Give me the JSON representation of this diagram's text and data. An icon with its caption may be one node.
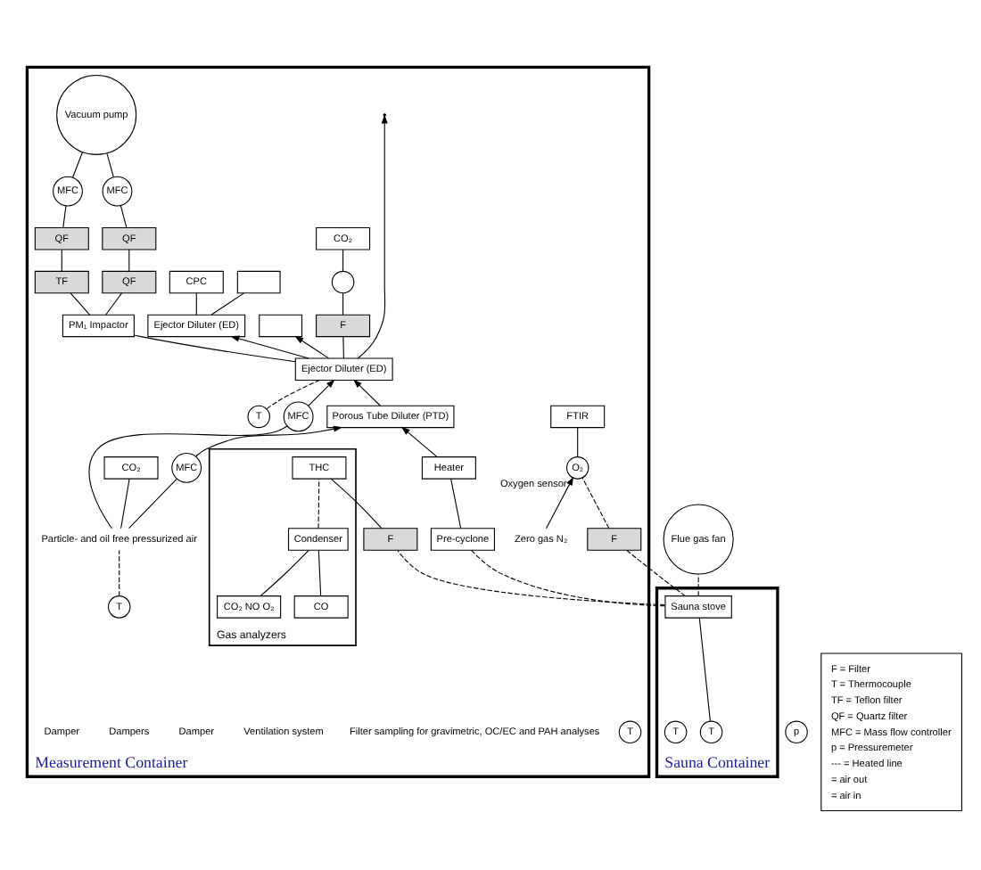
{
  "diagram": {
    "nodes": [
      {
        "text": [
          "Measurement Container"
        ]
      },
      {
        "text": [
          "Sauna Container"
        ]
      },
      {
        "text": [
          "Sauna stove"
        ],
        "in": 1
      },
      {
        "text": [
          "Pre-cyclone"
        ],
        "in": 0
      },
      {
        "text": [
          "Heater"
        ],
        "in": 0
      },
      {
        "text": [
          "Porous Tube Diluter (PTD)"
        ],
        "in": 0
      },
      {
        "text": [
          "Ejector Diluter (ED)"
        ],
        "in": 0
      },
      {
        "text": [
          "PM₁ Impactor"
        ],
        "in": 0
      },
      {
        "text": [
          "Ejector Diluter (ED)"
        ],
        "in": 0
      },
      {
        "text": [
          "CPC"
        ],
        "in": 0
      },
      {
        "text": [],
        "shape": "box",
        "in": 0
      },
      {
        "text": [],
        "shape": "box",
        "in": 0
      },
      {
        "text": [
          "CO₂"
        ],
        "in": 0
      },
      {
        "text": [],
        "shape": "circle",
        "in": 0
      },
      {
        "text": [
          "F"
        ],
        "in": 0
      },
      {
        "text": [
          "TF"
        ],
        "in": 0
      },
      {
        "text": [
          "QF"
        ],
        "in": 0
      },
      {
        "text": [
          "QF"
        ],
        "in": 0
      },
      {
        "text": [
          "QF"
        ],
        "in": 0
      },
      {
        "text": [
          "MFC"
        ],
        "in": 0
      },
      {
        "text": [
          "MFC"
        ],
        "in": 0
      },
      {
        "text": [
          "Vacuum pump"
        ],
        "in": 0
      },
      {
        "text": [
          "Gas analyzers"
        ],
        "in": 0
      },
      {
        "text": [
          "CO"
        ],
        "in": 22
      },
      {
        "text": [
          "CO₂ NO O₂"
        ],
        "in": 22
      },
      {
        "text": [
          "THC"
        ],
        "in": 22
      },
      {
        "text": [
          "Condenser"
        ],
        "in": 22
      },
      {
        "text": [
          "F"
        ],
        "in": 0
      },
      {
        "text": [
          "Zero gas N₂"
        ],
        "in": 0
      },
      {
        "text": [
          "O₂"
        ],
        "beside": [
          "Oxygen sensor"
        ],
        "in": 0
      },
      {
        "text": [
          "FTIR"
        ],
        "in": 0
      },
      {
        "text": [
          "F"
        ],
        "in": 0
      },
      {
        "text": [
          "MFC"
        ],
        "in": 0
      },
      {
        "text": [
          "MFC"
        ],
        "in": 0
      },
      {
        "text": [
          "CO₂"
        ],
        "in": 0
      },
      {
        "text": [
          "Particle- and oil free pressurized air"
        ],
        "in": 0
      },
      {
        "text": [
          "Flue gas fan"
        ]
      },
      {
        "text": [
          "T"
        ],
        "in": 0
      },
      {
        "text": [
          "T"
        ],
        "in": 0
      },
      {
        "text": [
          "T"
        ],
        "in": 0
      },
      {
        "text": [
          "T"
        ],
        "in": 1
      },
      {
        "text": [
          "T"
        ],
        "in": 1
      },
      {
        "text": [
          "p"
        ]
      }
    ],
    "edges": [
      {
        "from": 2,
        "to": 3,
        "arrow": "none",
        "style": "dashed"
      },
      {
        "from": 3,
        "to": 4,
        "arrow": "none"
      },
      {
        "from": 4,
        "to": 5,
        "arrow": "to"
      },
      {
        "from": 5,
        "to": 6,
        "arrow": "to"
      },
      {
        "from": 6,
        "to": null,
        "arrow": "to"
      },
      {
        "from": 6,
        "to": 8,
        "arrow": "to"
      },
      {
        "from": 8,
        "to": 9,
        "arrow": "none"
      },
      {
        "from": 8,
        "to": 10,
        "arrow": "none"
      },
      {
        "from": 6,
        "to": 11,
        "arrow": "to"
      },
      {
        "from": 6,
        "to": 14,
        "arrow": "none"
      },
      {
        "from": 14,
        "to": 13,
        "arrow": "none"
      },
      {
        "from": 13,
        "to": 12,
        "arrow": "none"
      },
      {
        "from": 6,
        "to": 7,
        "arrow": "none"
      },
      {
        "from": 7,
        "to": 15,
        "arrow": "none"
      },
      {
        "from": 7,
        "to": 17,
        "arrow": "none"
      },
      {
        "from": 15,
        "to": 16,
        "arrow": "none"
      },
      {
        "from": 17,
        "to": 18,
        "arrow": "none"
      },
      {
        "from": 16,
        "to": 19,
        "arrow": "none"
      },
      {
        "from": 18,
        "to": 20,
        "arrow": "none"
      },
      {
        "from": 19,
        "to": 21,
        "arrow": "none"
      },
      {
        "from": 20,
        "to": 21,
        "arrow": "none"
      },
      {
        "from": 35,
        "to": 32,
        "arrow": "none"
      },
      {
        "from": 32,
        "to": 6,
        "arrow": "to"
      },
      {
        "from": 35,
        "to": 33,
        "arrow": "none"
      },
      {
        "from": 33,
        "to": 5,
        "arrow": "to"
      },
      {
        "from": 35,
        "to": 34,
        "arrow": "none"
      },
      {
        "from": 37,
        "to": 6,
        "arrow": "none",
        "style": "dashed"
      },
      {
        "from": 38,
        "to": 35,
        "arrow": "none",
        "style": "dashed"
      },
      {
        "from": 2,
        "to": 27,
        "arrow": "none",
        "style": "dashed"
      },
      {
        "from": 27,
        "to": 25,
        "arrow": "none"
      },
      {
        "from": 2,
        "to": 31,
        "arrow": "none",
        "style": "dashed"
      },
      {
        "from": 31,
        "to": 29,
        "arrow": "none",
        "style": "dashed"
      },
      {
        "from": 28,
        "to": 29,
        "arrow": "to"
      },
      {
        "from": 29,
        "to": 30,
        "arrow": "none"
      },
      {
        "from": 23,
        "to": 26,
        "arrow": "none"
      },
      {
        "from": 24,
        "to": 26,
        "arrow": "none"
      },
      {
        "from": 26,
        "to": 25,
        "arrow": "none",
        "style": "dashed"
      },
      {
        "from": 2,
        "to": 36,
        "arrow": "none",
        "style": "dashed"
      },
      {
        "from": 40,
        "to": 2,
        "arrow": "none"
      }
    ],
    "labels": [
      "Filter sampling for gravimetric, OC/EC and PAH analyses",
      "Ventilation system",
      "Damper",
      "Dampers",
      "Damper"
    ],
    "legend": [
      {
        "text": "F = Filter"
      },
      {
        "text": "T = Thermocouple"
      },
      {
        "text": "TF = Teflon filter"
      },
      {
        "text": "QF = Quartz filter"
      },
      {
        "text": "MFC = Mass flow controller"
      },
      {
        "text": "p = Pressuremeter"
      },
      {
        "text": "--- = Heated line"
      },
      {
        "text": "= air out"
      },
      {
        "text": "= air in"
      }
    ]
  }
}
